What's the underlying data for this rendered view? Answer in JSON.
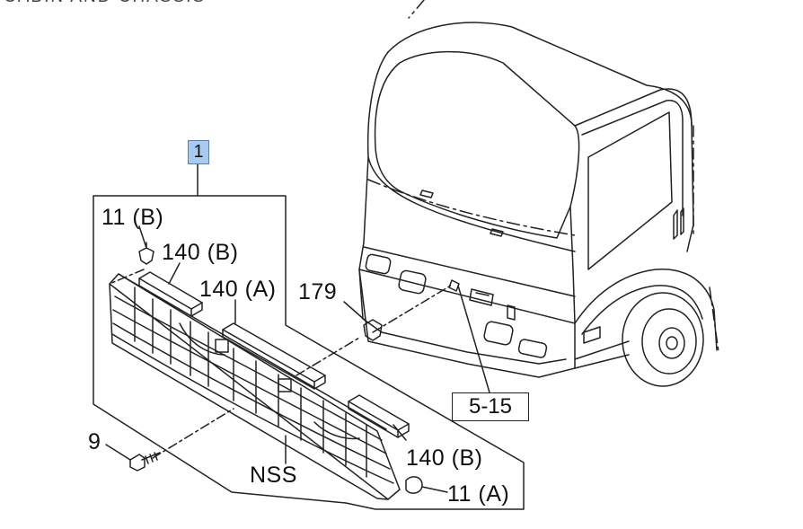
{
  "header_fragment": "CABIN AND CHASSIS",
  "callout": {
    "number": "1"
  },
  "reference_box": {
    "label": "5-15"
  },
  "part_labels": {
    "clip_11b": "11 (B)",
    "spacer_140b_top": "140 (B)",
    "spacer_140a": "140 (A)",
    "clip_179": "179",
    "screw_9": "9",
    "nss": "NSS",
    "spacer_140b_bottom": "140 (B)",
    "clip_11a": "11 (A)"
  },
  "colors": {
    "callout_fill": "#a9cbef",
    "line": "#222222"
  }
}
